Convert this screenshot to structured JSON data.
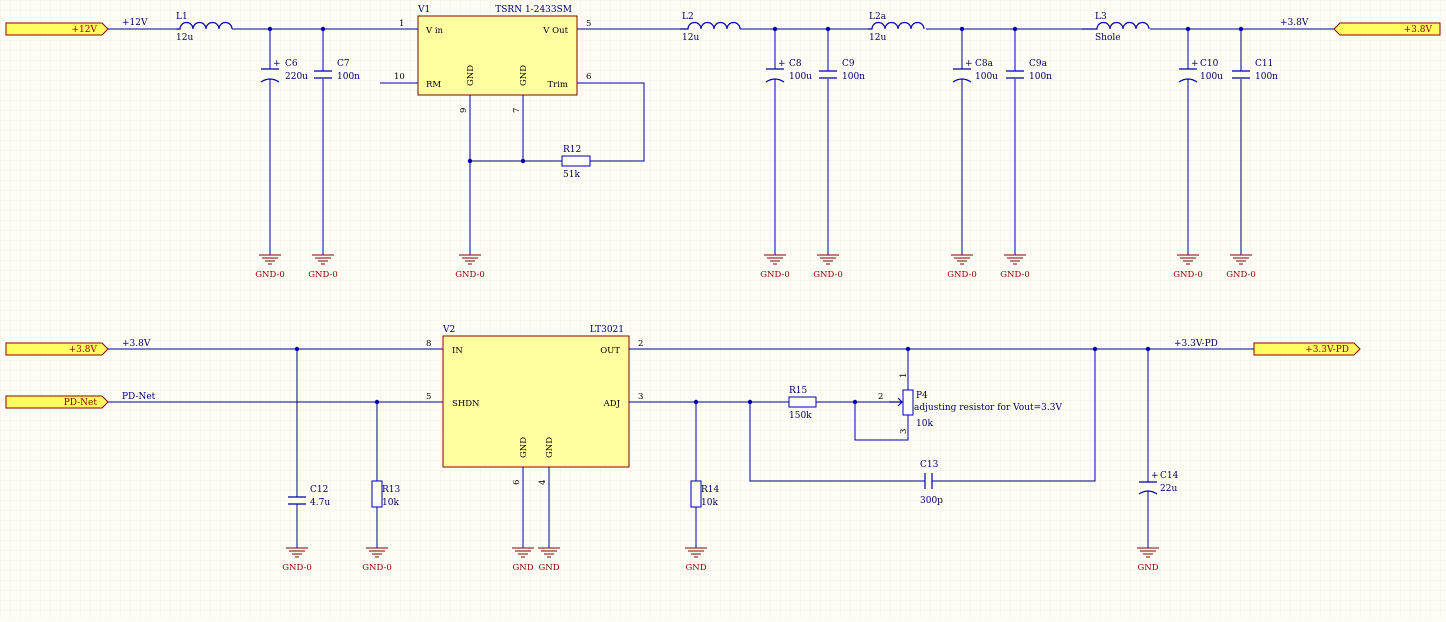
{
  "ports": {
    "p12v": "+12V",
    "p38v_out": "+3.8V",
    "p38v_in": "+3.8V",
    "pd_net": "PD-Net",
    "p33": "+3.3V-PD"
  },
  "nets": {
    "n12v": "+12V",
    "n38v_top": "+3.8V",
    "n38v_bot": "+3.8V",
    "npd": "PD-Net",
    "n33": "+3.3V-PD"
  },
  "gnd": {
    "gnd0": "GND-0",
    "gnd": "GND"
  },
  "v1": {
    "ref": "V1",
    "part": "TSRN 1-2433SM",
    "pins": {
      "vin": "V in",
      "vout": "V Out",
      "rm": "RM",
      "trim": "Trim",
      "gnd": "GND"
    },
    "pinnums": {
      "p1": "1",
      "p5": "5",
      "p10": "10",
      "p6": "6",
      "p9": "9",
      "p7": "7"
    }
  },
  "v2": {
    "ref": "V2",
    "part": "LT3021",
    "pins": {
      "in": "IN",
      "out": "OUT",
      "shdn": "SHDN",
      "adj": "ADJ",
      "gnd": "GND"
    },
    "pinnums": {
      "p8": "8",
      "p2": "2",
      "p5": "5",
      "p3": "3",
      "p6": "6",
      "p4": "4"
    }
  },
  "components": {
    "L1": {
      "ref": "L1",
      "val": "12u"
    },
    "L2": {
      "ref": "L2",
      "val": "12u"
    },
    "L2a": {
      "ref": "L2a",
      "val": "12u"
    },
    "L3": {
      "ref": "L3",
      "val": "Shole"
    },
    "C6": {
      "ref": "C6",
      "val": "220u"
    },
    "C7": {
      "ref": "C7",
      "val": "100n"
    },
    "C8": {
      "ref": "C8",
      "val": "100u"
    },
    "C9": {
      "ref": "C9",
      "val": "100n"
    },
    "C8a": {
      "ref": "C8a",
      "val": "100u"
    },
    "C9a": {
      "ref": "C9a",
      "val": "100n"
    },
    "C10": {
      "ref": "C10",
      "val": "100u"
    },
    "C11": {
      "ref": "C11",
      "val": "100n"
    },
    "R12": {
      "ref": "R12",
      "val": "51k"
    },
    "C12": {
      "ref": "C12",
      "val": "4.7u"
    },
    "R13": {
      "ref": "R13",
      "val": "10k"
    },
    "R14": {
      "ref": "R14",
      "val": "10k"
    },
    "R15": {
      "ref": "R15",
      "val": "150k"
    },
    "P4": {
      "ref": "P4",
      "val": "10k",
      "note": "adjusting resistor for Vout=3.3V",
      "p1": "1",
      "p2": "2",
      "p3": "3"
    },
    "C13": {
      "ref": "C13",
      "val": "300p"
    },
    "C14": {
      "ref": "C14",
      "val": "22u"
    }
  },
  "colors": {
    "wire": "#0000a8",
    "body": "#ffffa0",
    "body_border": "#8b0000",
    "label": "#000064",
    "ground": "#8b0000",
    "port": "#ffff60"
  }
}
